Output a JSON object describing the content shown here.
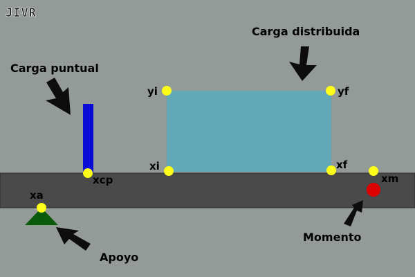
{
  "logo": "JIVR",
  "labels": {
    "distributed_load": "Carga distribuida",
    "point_load": "Carga puntual",
    "support": "Apoyo",
    "moment": "Momento"
  },
  "points": {
    "yi": "yi",
    "yf": "yf",
    "xi": "xi",
    "xf": "xf",
    "xcp": "xcp",
    "xm": "xm",
    "xa": "xa"
  },
  "colors": {
    "background": "#949a98",
    "beam": "#4a4a4a",
    "distributed_load": "#62a9b7",
    "point_load": "#0a0ad6",
    "control_point": "#ffff1a",
    "moment": "#dd0000",
    "support": "#0b5a0b",
    "arrow": "#0d0d0d"
  }
}
